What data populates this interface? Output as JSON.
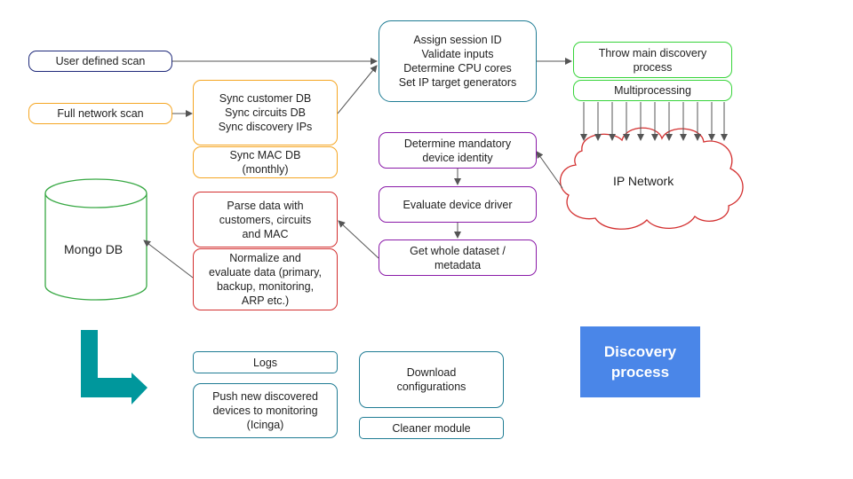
{
  "user_scan": "User defined scan",
  "full_scan": "Full network scan",
  "sync_main": [
    "Sync customer DB",
    "Sync circuits DB",
    "Sync discovery IPs"
  ],
  "sync_mac": [
    "Sync MAC DB",
    "(monthly)"
  ],
  "session": [
    "Assign session ID",
    "Validate inputs",
    "Determine CPU cores",
    "Set IP target generators"
  ],
  "throw": [
    "Throw main discovery",
    "process"
  ],
  "multiproc": "Multiprocessing",
  "ip_network": "IP Network",
  "determine": [
    "Determine mandatory",
    "device identity"
  ],
  "evaluate": "Evaluate device driver",
  "get_dataset": [
    "Get whole dataset /",
    "metadata"
  ],
  "parse": [
    "Parse data with",
    "customers, circuits",
    "and MAC"
  ],
  "normalize": [
    "Normalize and",
    "evaluate data (primary,",
    "backup, monitoring,",
    "ARP etc.)"
  ],
  "mongo": "Mongo DB",
  "logs": "Logs",
  "push": [
    "Push new discovered",
    "devices to monitoring",
    "(Icinga)"
  ],
  "download": [
    "Download",
    "configurations"
  ],
  "cleaner": "Cleaner module",
  "legend": [
    "Discovery",
    "process"
  ],
  "colors": {
    "navy": "#1f2a7a",
    "orange": "#f5a623",
    "teal": "#1f7c94",
    "green": "#37d43a",
    "purple": "#8a1aa8",
    "red": "#d32f2f",
    "arrow": "#555555",
    "bent_arrow": "#00979c",
    "legend_bg": "#4a86e8"
  }
}
